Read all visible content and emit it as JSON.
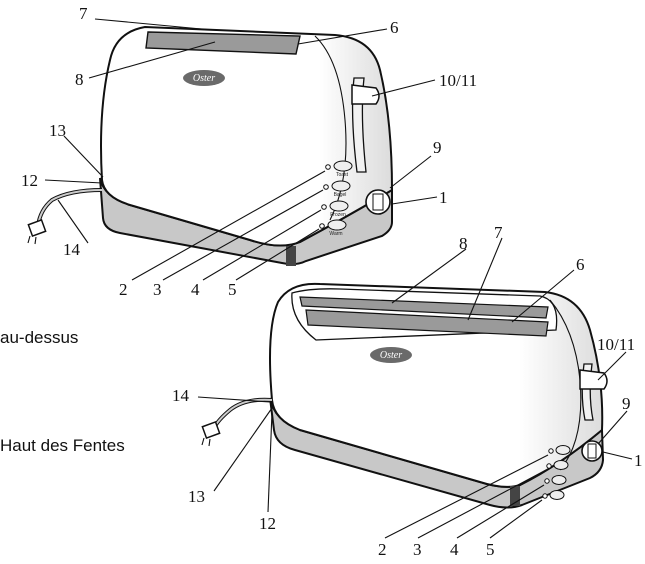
{
  "captions": {
    "above": "au-dessus",
    "slot_top": "Haut des Fentes"
  },
  "brand": "Oster",
  "toaster_2slot": {
    "buttons": [
      "Toast",
      "Bagel",
      "Frozen",
      "Warm"
    ],
    "labels": {
      "n7": "7",
      "n6": "6",
      "n8": "8",
      "n10_11": "10/11",
      "n13": "13",
      "n12": "12",
      "n9": "9",
      "n1": "1",
      "n14": "14",
      "n2": "2",
      "n3": "3",
      "n4": "4",
      "n5": "5"
    }
  },
  "toaster_4slot": {
    "labels": {
      "n8": "8",
      "n7": "7",
      "n6": "6",
      "n10_11": "10/11",
      "n14": "14",
      "n9": "9",
      "n1": "1",
      "n13": "13",
      "n12": "12",
      "n2": "2",
      "n3": "3",
      "n4": "4",
      "n5": "5"
    }
  },
  "colors": {
    "base_band": "#c8c8c8",
    "slot": "#9a9a9a",
    "emblem": "#6a6a6a",
    "outline": "#111111"
  }
}
